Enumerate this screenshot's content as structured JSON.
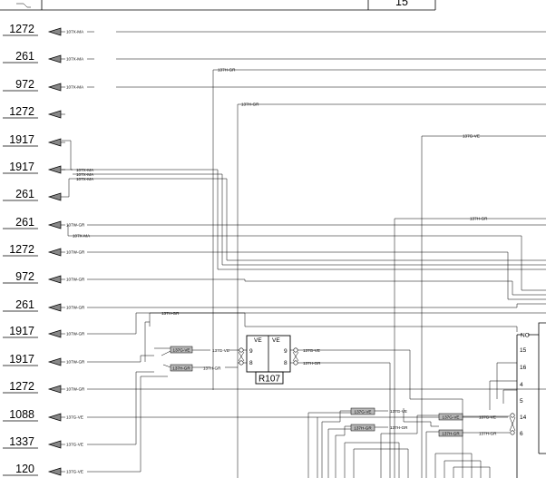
{
  "title_block": {
    "value": "15"
  },
  "left_refs": [
    {
      "ref": "1272",
      "wire": "107X-MA"
    },
    {
      "ref": "261",
      "wire": "107X-MA"
    },
    {
      "ref": "972",
      "wire": "107X-MA"
    },
    {
      "ref": "1272",
      "wire": ""
    },
    {
      "ref": "1917",
      "wire": ""
    },
    {
      "ref": "1917",
      "wire": ""
    },
    {
      "ref": "261",
      "wire": ""
    },
    {
      "ref": "261",
      "wire": "107W-GR"
    },
    {
      "ref": "1272",
      "wire": "107W-GR"
    },
    {
      "ref": "972",
      "wire": "107W-GR"
    },
    {
      "ref": "261",
      "wire": "107W-GR"
    },
    {
      "ref": "1917",
      "wire": "107W-GR"
    },
    {
      "ref": "1917",
      "wire": "107W-GR"
    },
    {
      "ref": "1272",
      "wire": "107W-GR"
    },
    {
      "ref": "1088",
      "wire": "137G-VE"
    },
    {
      "ref": "1337",
      "wire": "137G-VE"
    },
    {
      "ref": "120",
      "wire": "137G-VE"
    }
  ],
  "wire_labels": {
    "top_137h_1": "137H-GR",
    "top_137h_2": "137H-GR",
    "upper_right_137g": "137G-VE",
    "mid_right_137h": "137H-GR",
    "bundle_1": "107X-MA",
    "bundle_2": "107X-MA",
    "bundle_3": "107X-MA",
    "extra_107x": "107X-MA",
    "mid_137h": "137H-GR",
    "relay_in_g": "137G-VE",
    "relay_in_h": "137H-GR",
    "relay_out_g": "137G-VE",
    "relay_out_h": "137H-GR",
    "lower_g_1": "137G-VE",
    "lower_h_1": "137H-GR",
    "lower_g_2": "137G-VE",
    "lower_h_2": "137H-GR"
  },
  "tags": {
    "relay_in_g": "137G-VE",
    "relay_in_h": "137H-GR",
    "lower_left_g": "137G-VE",
    "lower_left_h": "137H-GR",
    "lower_right_g": "137G-VE",
    "lower_right_h": "137H-GR"
  },
  "relay": {
    "name": "R107",
    "left_label": "VE",
    "right_label": "VE",
    "pin_tl": "9",
    "pin_bl": "8",
    "pin_tr": "9",
    "pin_br": "8"
  },
  "connector": {
    "top_label": "NO",
    "pins": [
      "15",
      "16",
      "4",
      "5",
      "14",
      "6"
    ]
  }
}
